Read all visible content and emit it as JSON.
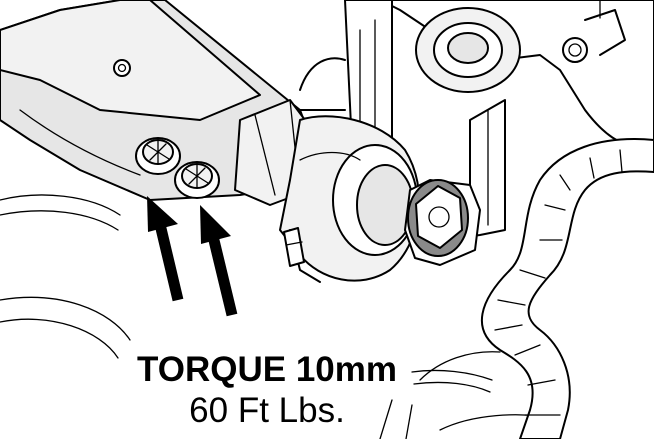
{
  "callout": {
    "title": "TORQUE 10mm",
    "value": "60 Ft Lbs."
  },
  "colors": {
    "ink": "#000000",
    "paper": "#ffffff",
    "part_shade": "#e6e6e6",
    "bolt_head": "#8a8a8a"
  },
  "arrows": {
    "count": 2,
    "icon": "arrow-up-left-icon"
  }
}
